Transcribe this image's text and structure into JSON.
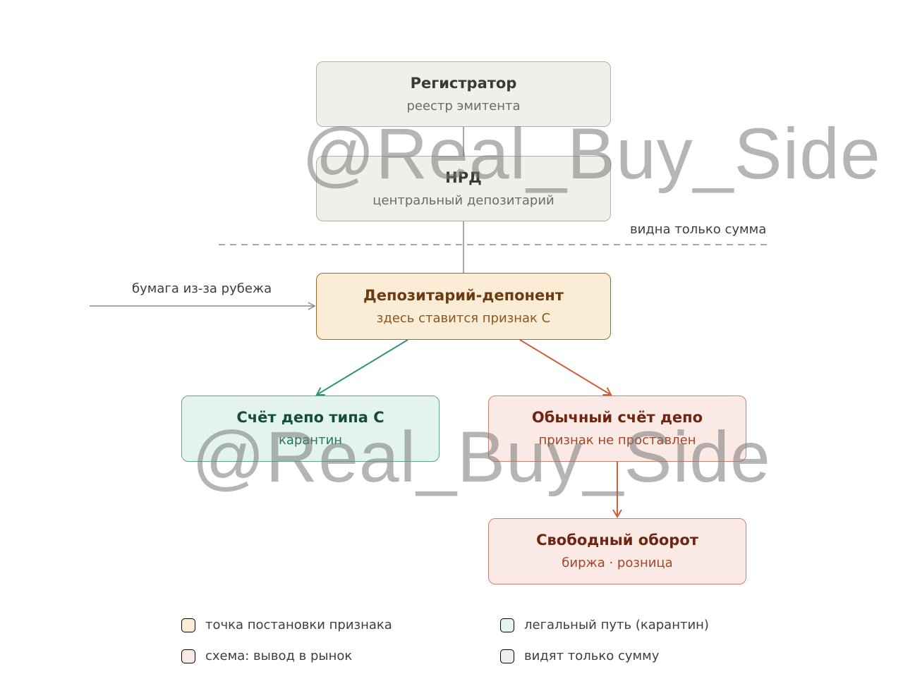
{
  "nodes": {
    "registrar": {
      "title": "Регистратор",
      "subtitle": "реестр эмитента"
    },
    "nrd": {
      "title": "НРД",
      "subtitle": "центральный депозитарий"
    },
    "depositary": {
      "title": "Депозитарий-депонент",
      "subtitle": "здесь ставится признак С"
    },
    "account_c": {
      "title": "Счёт депо типа С",
      "subtitle": "карантин"
    },
    "regular_account": {
      "title": "Обычный счёт депо",
      "subtitle": "признак не проставлен"
    },
    "free_circulation": {
      "title": "Свободный оборот",
      "subtitle": "биржа · розница"
    }
  },
  "labels": {
    "visibility": "видна только сумма",
    "foreign_security": "бумага из-за рубежа"
  },
  "legend": [
    {
      "text": "точка постановки признака",
      "swatch": "amber"
    },
    {
      "text": "легальный путь (карантин)",
      "swatch": "green"
    },
    {
      "text": "схема: вывод в рынок",
      "swatch": "red"
    },
    {
      "text": "видят только сумму",
      "swatch": "gray"
    }
  ],
  "watermark": "@Real_Buy_Side",
  "colors": {
    "green_arrow": "#2e9670",
    "red_arrow": "#cf5f3c",
    "gray_line": "#8d8b86"
  }
}
